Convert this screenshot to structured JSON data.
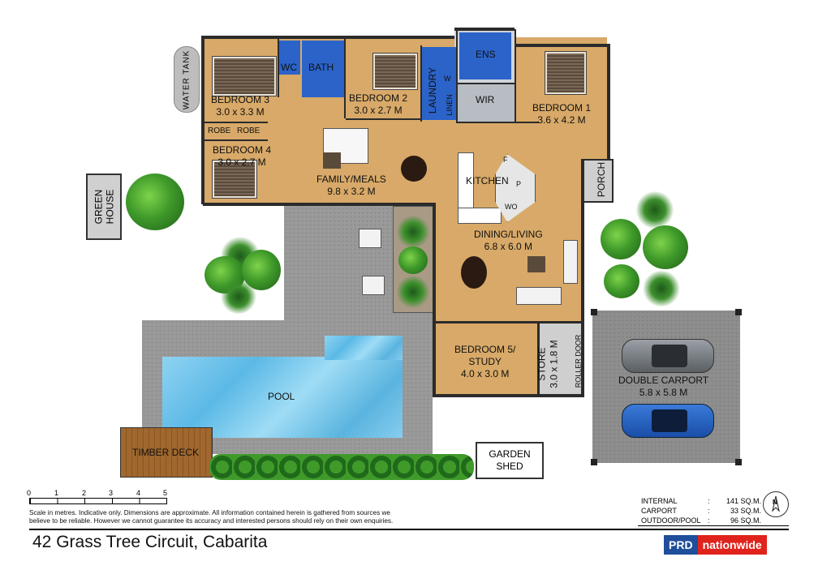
{
  "rooms": {
    "bedroom3": {
      "name": "BEDROOM 3",
      "size": "3.0 x 3.3 M"
    },
    "wc": {
      "name": "WC"
    },
    "bath": {
      "name": "BATH"
    },
    "bedroom2": {
      "name": "BEDROOM 2",
      "size": "3.0 x 2.7 M"
    },
    "laundry": {
      "name": "LAUNDRY"
    },
    "linen": {
      "name": "LINEN"
    },
    "ens": {
      "name": "ENS"
    },
    "wir": {
      "name": "WIR"
    },
    "bedroom1": {
      "name": "BEDROOM 1",
      "size": "3.6 x 4.2 M"
    },
    "robe_left": {
      "name": "ROBE"
    },
    "robe_right": {
      "name": "ROBE"
    },
    "bedroom4": {
      "name": "BEDROOM 4",
      "size": "3.0 x 2.7 M"
    },
    "family": {
      "name": "FAMILY/MEALS",
      "size": "9.8 x 3.2 M"
    },
    "kitchen": {
      "name": "KITCHEN"
    },
    "porch": {
      "name": "PORCH"
    },
    "dining": {
      "name": "DINING/LIVING",
      "size": "6.8 x 6.0 M"
    },
    "bedroom5": {
      "name": "BEDROOM 5/",
      "name2": "STUDY",
      "size": "4.0 x 3.0 M"
    },
    "store": {
      "name": "STORE",
      "size": "3.0 x 1.8 M"
    },
    "roller_door": {
      "name": "ROLLER DOOR"
    },
    "carport": {
      "name": "DOUBLE CARPORT",
      "size": "5.8 x 5.8 M"
    },
    "pool": {
      "name": "POOL"
    },
    "deck": {
      "name": "TIMBER DECK"
    },
    "shed": {
      "name": "GARDEN",
      "name2": "SHED"
    },
    "greenhouse": {
      "name": "GREEN",
      "name2": "HOUSE"
    },
    "water_tank": {
      "name": "WATER TANK"
    }
  },
  "appliance_labels": {
    "fridge": "F",
    "pantry": "P",
    "wall_oven": "WO",
    "washer": "W"
  },
  "scale": {
    "ticks": [
      "0",
      "1",
      "2",
      "3",
      "4",
      "5"
    ],
    "note_line1": "Scale in metres.  Indicative only.  Dimensions are approximate.  All information contained herein is gathered from sources we",
    "note_line2": "believe to be reliable.  However we cannot guarantee its accuracy and interested persons should rely on their own enquiries."
  },
  "areas": [
    {
      "label": "INTERNAL",
      "sep": ":",
      "value": "141 SQ.M."
    },
    {
      "label": "CARPORT",
      "sep": ":",
      "value": "33 SQ.M."
    },
    {
      "label": "OUTDOOR/POOL",
      "sep": ":",
      "value": "96 SQ.M."
    }
  ],
  "compass_label": "N",
  "address": "42 Grass Tree Circuit, Cabarita",
  "brand": {
    "left": "PRD",
    "right": "nationwide",
    "left_color": "#1f4e9a",
    "right_color": "#e0231c"
  }
}
